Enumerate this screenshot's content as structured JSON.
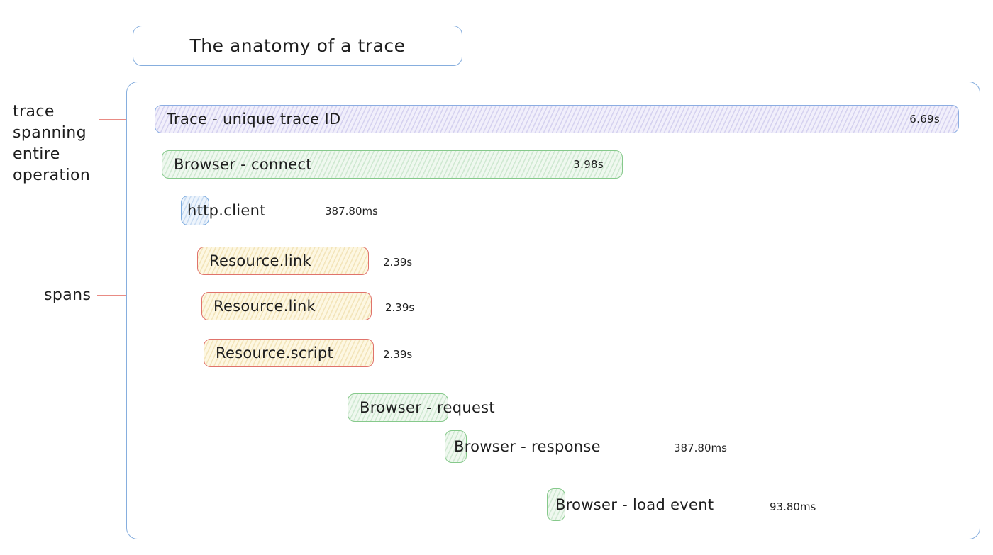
{
  "title": "The anatomy of a trace",
  "annotations": {
    "trace_label": "trace spanning entire operation",
    "spans_label": "spans"
  },
  "trace": {
    "label": "Trace - unique trace ID",
    "duration": "6.69s"
  },
  "spans": [
    {
      "label": "Browser - connect",
      "duration": "3.98s",
      "color": "green"
    },
    {
      "label": "http.client",
      "duration": "387.80ms",
      "color": "blue"
    },
    {
      "label": "Resource.link",
      "duration": "2.39s",
      "color": "yellow"
    },
    {
      "label": "Resource.link",
      "duration": "2.39s",
      "color": "yellow"
    },
    {
      "label": "Resource.script",
      "duration": "2.39s",
      "color": "yellow"
    },
    {
      "label": "Browser - request",
      "duration": "",
      "color": "green"
    },
    {
      "label": "Browser - response",
      "duration": "387.80ms",
      "color": "green"
    },
    {
      "label": "Browser - load event",
      "duration": "93.80ms",
      "color": "green"
    }
  ],
  "colors": {
    "stroke_blue": "#86aede",
    "stroke_green": "#86c98b",
    "stroke_red": "#e0736b",
    "annotation_red": "#e5776f",
    "fill_purple": "#f1effb",
    "fill_green": "#eff8ef",
    "fill_blue": "#edf4fc",
    "fill_yellow": "#fdf7e2"
  }
}
